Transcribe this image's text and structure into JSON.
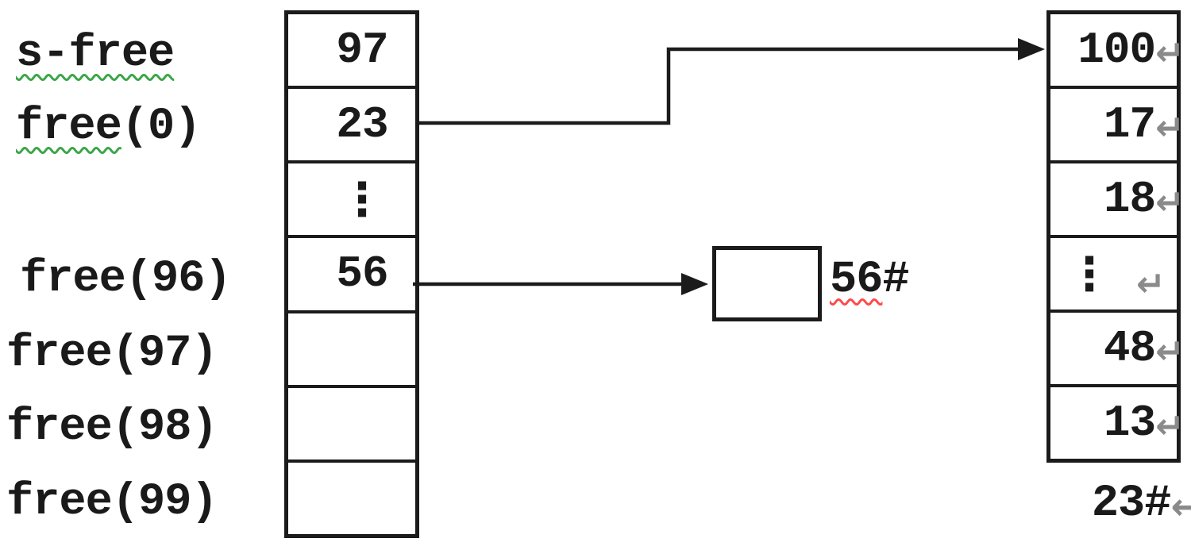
{
  "colors": {
    "line": "#1b1b1b",
    "text": "#1a1a1a",
    "return_mark": "#8a8a8a",
    "green_underline": "#3aa648",
    "red_underline": "#ff4a4a"
  },
  "left_labels": [
    {
      "underlined": "s-free",
      "rest": ""
    },
    {
      "underlined": "free",
      "rest": "(0)"
    },
    {
      "underlined": "",
      "rest": "free(96)"
    },
    {
      "underlined": "",
      "rest": "free(97)"
    },
    {
      "underlined": "",
      "rest": "free(98)"
    },
    {
      "underlined": "",
      "rest": "free(99)"
    }
  ],
  "left_table": {
    "cells": [
      "97",
      "23",
      "⋮",
      "56",
      "",
      "",
      ""
    ]
  },
  "right_table": {
    "cells": [
      {
        "value": "100",
        "return_mark": "↵"
      },
      {
        "value": "17",
        "return_mark": "↵"
      },
      {
        "value": "18",
        "return_mark": "↵"
      },
      {
        "value": "⋮",
        "return_mark": "↵"
      },
      {
        "value": "48",
        "return_mark": "↵"
      },
      {
        "value": "13",
        "return_mark": "↵"
      }
    ]
  },
  "free_block": {
    "label_underlined": "56",
    "label_rest": "#"
  },
  "footer_note": {
    "text": "23#",
    "return_mark": "↵"
  }
}
